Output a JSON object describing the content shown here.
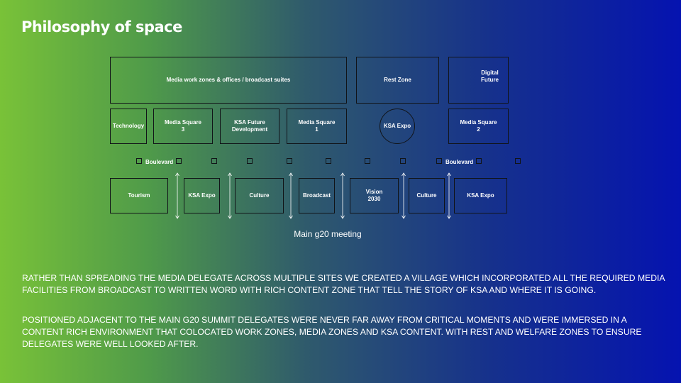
{
  "title": "Philosophy of space",
  "zones": {
    "media_work": "Media work zones & offices / broadcast suites",
    "rest": "Rest Zone",
    "digital_future": "Digital\nFuture",
    "technology": "Technology",
    "media_square_3": "Media Square\n3",
    "ksa_future_development": "KSA Future\nDevelopment",
    "media_square_1": "Media Square\n1",
    "ksa_expo_circle": "KSA Expo",
    "media_square_2": "Media Square\n2",
    "tourism": "Tourism",
    "ksa_expo_bottom_1": "KSA Expo",
    "culture_1": "Culture",
    "broadcast": "Broadcast",
    "vision_2030": "Vision\n2030",
    "culture_2": "Culture",
    "ksa_expo_bottom_2": "KSA Expo"
  },
  "boulevard_left": "Boulevard",
  "boulevard_right": "Boulevard",
  "main_meeting": "Main g20 meeting",
  "paragraph_1": "Rather than spreading the media delegate across multiple sites we created a village which incorporated all the required media facilities from broadcast to written word with rich content zone that tell the story of KSA and where it is going.",
  "paragraph_2": "Positioned adjacent to the main G20 summit delegates were never far away from critical moments and were immersed in a content rich environment that colocated work zones, media zones and KSA content. With rest and welfare zones to ensure delegates were well looked after."
}
